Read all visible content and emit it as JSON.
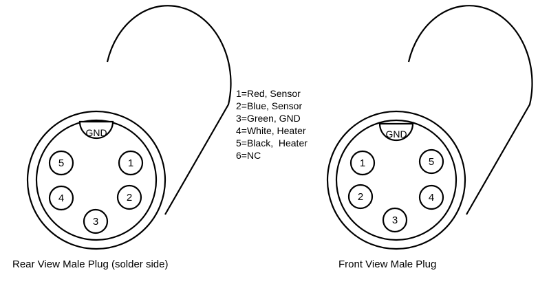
{
  "legend": [
    "1=Red, Sensor",
    "2=Blue, Sensor",
    "3=Green, GND",
    "4=White, Heater",
    "5=Black,  Heater",
    "6=NC"
  ],
  "rear_plug": {
    "caption": "Rear View Male Plug (solder side)",
    "gnd_label": "GND",
    "pins": {
      "top_left": "5",
      "top_right": "1",
      "bottom_left": "4",
      "bottom_right": "2",
      "bottom": "3"
    }
  },
  "front_plug": {
    "caption": "Front View Male Plug",
    "gnd_label": "GND",
    "pins": {
      "top_left": "1",
      "top_right": "5",
      "bottom_left": "2",
      "bottom_right": "4",
      "bottom": "3"
    }
  }
}
